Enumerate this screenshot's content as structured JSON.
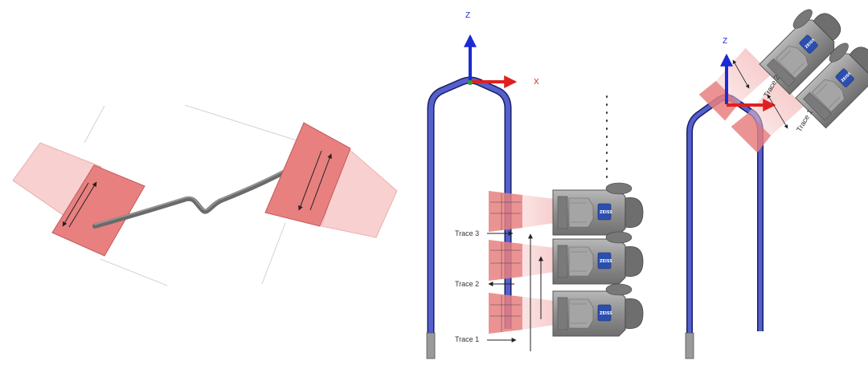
{
  "colors": {
    "tube_blue": "#3c46b4",
    "tube_outline": "#1a1f66",
    "laser_red": "#e65a5a",
    "laser_pale": "#f6c8c8",
    "axis_z": "#1c2bd6",
    "axis_x": "#e02020",
    "camera_body": "#8f8f8f",
    "camera_badge": "#2b4fb0",
    "wire_grey": "#6a6a6a"
  },
  "panel_middle": {
    "axis_z_label": "Z",
    "axis_x_label": "X",
    "traces": [
      "Trace 3",
      "Trace 2",
      "Trace 1"
    ]
  },
  "panel_right": {
    "axis_z_label": "Z",
    "traces": [
      "Trace 2",
      "Trace 1"
    ]
  },
  "icons": {
    "camera": "laser-scanner-camera-icon",
    "axis": "coordinate-axis-icon"
  }
}
